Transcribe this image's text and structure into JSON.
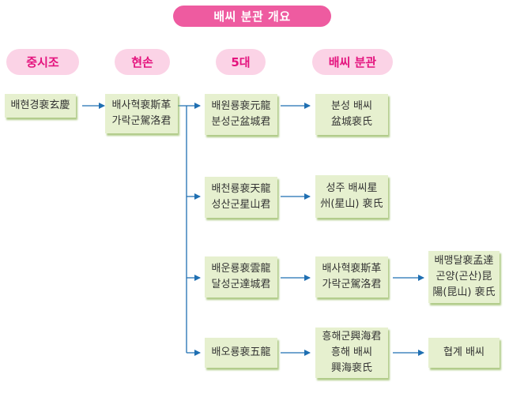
{
  "title": "배씨 분관 개요",
  "columns": [
    "중시조",
    "현손",
    "5대",
    "배씨 분관"
  ],
  "colors": {
    "title_bg": "#ee5ba0",
    "column_bg": "#fbd3e6",
    "column_text": "#e4147e",
    "box_bg": "#e6f0cf",
    "connector": "#1f6fb2"
  },
  "nodes": {
    "ancestor": [
      "배현경裵玄慶"
    ],
    "great_grandson": [
      "배사혁裵斯革",
      "가락군駕洛君"
    ],
    "fifth": [
      [
        "배원룡裵元龍",
        "분성군盆城君"
      ],
      [
        "배천룡裵天龍",
        "성산군星山君"
      ],
      [
        "배운룡裵雲龍",
        "달성군達城君"
      ],
      [
        "배오룡裵五龍"
      ]
    ],
    "branches": [
      [
        "분성 배씨",
        "盆城裵氏"
      ],
      [
        "성주 배씨星",
        "州(星山) 裵氏"
      ],
      [
        "배사혁裵斯革",
        "가락군駕洛君"
      ],
      [
        "흥해군興海君",
        "흥해 배씨",
        "興海裵氏"
      ]
    ],
    "sub_branches": [
      [
        "배맹달裵孟達",
        "곤양(곤산)昆",
        "陽(昆山) 裵氏"
      ],
      [
        "협계 배씨"
      ]
    ]
  }
}
